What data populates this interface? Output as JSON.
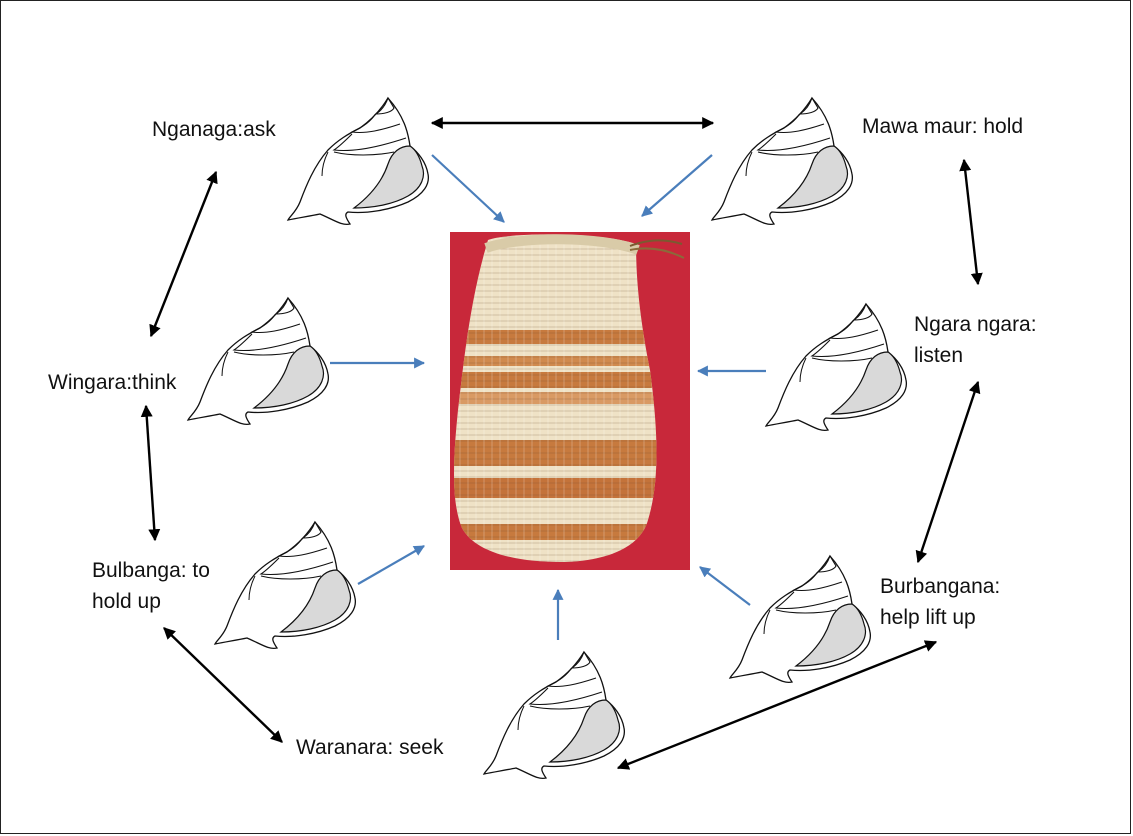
{
  "diagram": {
    "labels": {
      "nganaga": "Nganaga:ask",
      "mawa_maur": "Mawa maur: hold",
      "ngara_ngara_line1": "Ngara ngara:",
      "ngara_ngara_line2": "listen",
      "wingara": "Wingara:think",
      "bulbanga_line1": "Bulbanga: to",
      "bulbanga_line2": "hold up",
      "burbangana_line1": "Burbangana:",
      "burbangana_line2": "help lift up",
      "waranara": "Waranara: seek"
    },
    "colors": {
      "cycle_arrow": "#000000",
      "inward_arrow": "#4a7ebb",
      "shell_fill": "#ffffff",
      "shell_inner": "#d9d9d9",
      "basket_background": "#c8283a",
      "basket_light": "#efe2c6",
      "basket_orange": "#c77a3e"
    },
    "icons": {
      "shell": "conch-shell-icon",
      "center": "woven-dilly-bag-photo"
    }
  }
}
